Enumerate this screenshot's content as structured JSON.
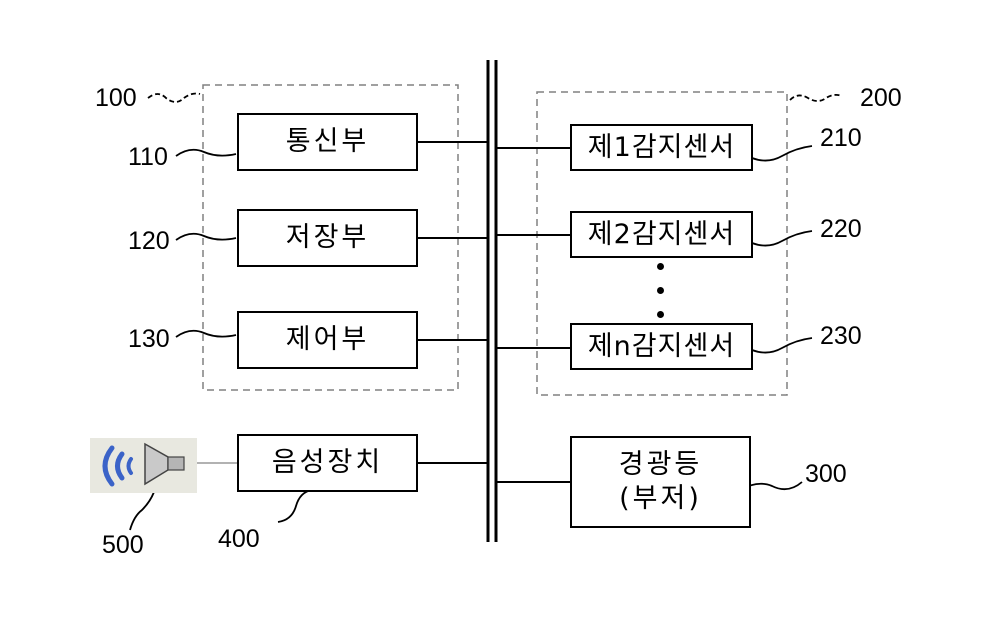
{
  "module_100": {
    "ref": "100",
    "communication_unit": {
      "label": "통신부",
      "ref": "110"
    },
    "storage_unit": {
      "label": "저장부",
      "ref": "120"
    },
    "control_unit": {
      "label": "제어부",
      "ref": "130"
    }
  },
  "sensor_group_200": {
    "ref": "200",
    "sensor_1": {
      "label": "제1감지센서",
      "ref": "210"
    },
    "sensor_2": {
      "label": "제2감지센서",
      "ref": "220"
    },
    "sensor_n": {
      "label": "제n감지센서",
      "ref": "230"
    }
  },
  "warning_light": {
    "line1": "경광등",
    "line2": "(부저)",
    "ref": "300"
  },
  "voice_device": {
    "label": "음성장치",
    "ref": "400"
  },
  "speaker": {
    "ref": "500",
    "icon": "speaker-icon"
  },
  "colors": {
    "line": "#000000",
    "dashed_border": "#808080",
    "speaker_wave": "#3b63c8",
    "speaker_bg": "#e8e8e0"
  }
}
